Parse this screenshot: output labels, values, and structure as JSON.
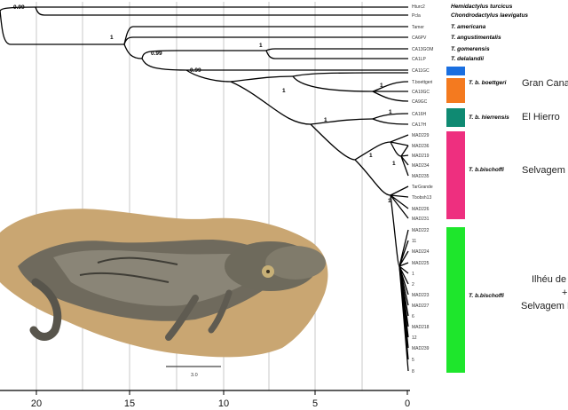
{
  "tree": {
    "tips": [
      {
        "code": "Hturc2",
        "species": "Hemidactylus turcicus"
      },
      {
        "code": "Pcla",
        "species": "Chondrodactylus laevigatus"
      },
      {
        "code": "Tamer",
        "species": "T. americana"
      },
      {
        "code": "CA6PV",
        "species": "T. angustimentalis"
      },
      {
        "code": "CA13GOM",
        "species": "T. gomerensis"
      },
      {
        "code": "CA1LP",
        "species": "T. delalandii"
      },
      {
        "code": "CA11GC",
        "species": ""
      },
      {
        "code": "T.boettgeri",
        "species": ""
      },
      {
        "code": "CA10GC",
        "species": ""
      },
      {
        "code": "CA9GC",
        "species": ""
      },
      {
        "code": "CA16H",
        "species": ""
      },
      {
        "code": "CA17H",
        "species": ""
      },
      {
        "code": "MAD229",
        "species": ""
      },
      {
        "code": "MAD236",
        "species": ""
      },
      {
        "code": "MAD219",
        "species": ""
      },
      {
        "code": "MAD234",
        "species": ""
      },
      {
        "code": "MAD235",
        "species": ""
      },
      {
        "code": "TarGrande",
        "species": ""
      },
      {
        "code": "Tbobsh13",
        "species": ""
      },
      {
        "code": "MAD226",
        "species": ""
      },
      {
        "code": "MAD231",
        "species": ""
      },
      {
        "code": "MAD222",
        "species": ""
      },
      {
        "code": "11",
        "species": ""
      },
      {
        "code": "MAD224",
        "species": ""
      },
      {
        "code": "MAD225",
        "species": ""
      },
      {
        "code": "1",
        "species": ""
      },
      {
        "code": "2",
        "species": ""
      },
      {
        "code": "MAD223",
        "species": ""
      },
      {
        "code": "MAD227",
        "species": ""
      },
      {
        "code": "6",
        "species": ""
      },
      {
        "code": "MAD218",
        "species": ""
      },
      {
        "code": "12",
        "species": ""
      },
      {
        "code": "MAD239",
        "species": ""
      },
      {
        "code": "5",
        "species": ""
      },
      {
        "code": "8",
        "species": ""
      }
    ],
    "support": [
      "0.99",
      "1",
      "0.99",
      "1",
      "0.99",
      "1",
      "1",
      "1",
      "1",
      "1",
      "1",
      "1"
    ]
  },
  "clades": [
    {
      "name": "",
      "region": "",
      "color": "#1a6fe0"
    },
    {
      "name": "T. b. boettgeri",
      "region": "Gran Canar",
      "color": "#f47a1f"
    },
    {
      "name": "T. b. hierrensis",
      "region": "El Hierro",
      "color": "#0f8a72"
    },
    {
      "name": "T. b.bischoffi",
      "region": "Selvagem G",
      "color": "#ee2f7f"
    },
    {
      "name": "T. b.bischoffi",
      "region_lines": [
        "Ilhéu de",
        "+",
        "Selvagem P"
      ],
      "color": "#1ee62c"
    }
  ],
  "axis": {
    "ticks": [
      "20",
      "15",
      "10",
      "5",
      "0"
    ]
  },
  "photo": {
    "scale_label": "3.0"
  }
}
